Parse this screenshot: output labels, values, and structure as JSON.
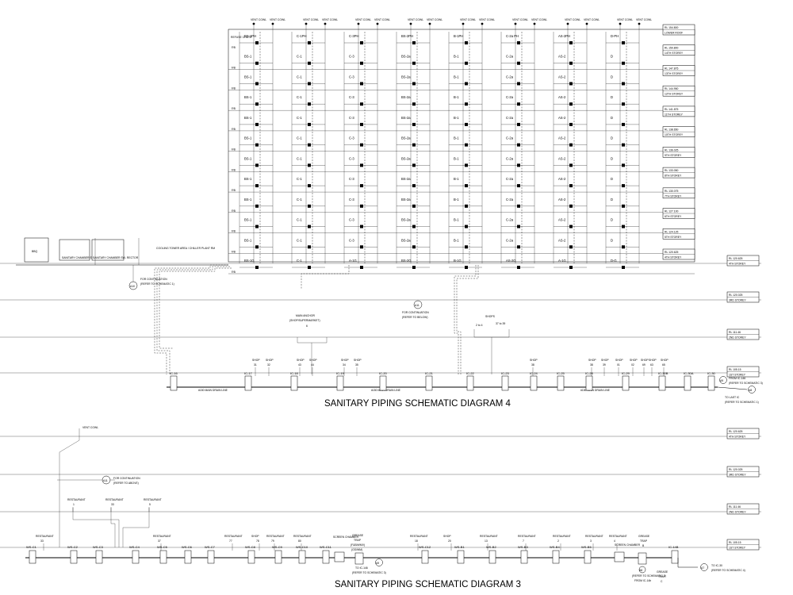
{
  "diagram4": {
    "title": "SANITARY PIPING SCHEMATIC DIAGRAM 4",
    "levels": [
      {
        "rl": "RL 154.800",
        "name": "LOWER ROOF"
      },
      {
        "rl": "RL 150.800",
        "name": "14TH STOREY"
      },
      {
        "rl": "RL 147.875",
        "name": "13TH STOREY"
      },
      {
        "rl": "RL 144.950",
        "name": "12TH STOREY"
      },
      {
        "rl": "RL 141.875",
        "name": "11TH STOREY"
      },
      {
        "rl": "RL 138.650",
        "name": "10TH STOREY"
      },
      {
        "rl": "RL 136.025",
        "name": "9TH STOREY"
      },
      {
        "rl": "RL 133.050",
        "name": "8TH STOREY"
      },
      {
        "rl": "RL 130.075",
        "name": "7TH STOREY"
      },
      {
        "rl": "RL 127.100",
        "name": "6TH STOREY"
      },
      {
        "rl": "RL 124.125",
        "name": "5TH STOREY"
      },
      {
        "rl": "RL 120.625",
        "name": "4TH STOREY"
      },
      {
        "rl": "RL 120.025",
        "name": "3RD STOREY"
      },
      {
        "rl": "RL 111.46",
        "name": "2ND STOREY"
      },
      {
        "rl": "RL 105.15",
        "name": "1ST STOREY"
      }
    ],
    "stack_columns": [
      {
        "top": "BS-1PH",
        "mid": "BS-1",
        "bot": "BS-1G"
      },
      {
        "top": "C-1PH",
        "mid": "C-1",
        "bot": "C-1"
      },
      {
        "top": "C-3PH",
        "mid": "C-3",
        "bot": "A-1G"
      },
      {
        "top": "BS-2PH",
        "mid": "BS-2a",
        "bot": "BS-2G"
      },
      {
        "top": "B-1PH",
        "mid": "B-1",
        "bot": "B-1G"
      },
      {
        "top": "C-2a PH",
        "mid": "C-2a",
        "bot": "AS-2G"
      },
      {
        "top": "AS-2PH",
        "mid": "AS-2",
        "bot": "A-1G"
      },
      {
        "top": "D-PH",
        "mid": "D",
        "bot": "D-G"
      }
    ],
    "vent_label": "VENT COWL",
    "refuse_chute": "REFUSE CHUTE",
    "bbq": "BBQ",
    "tank1": "SANITARY CHAMBER SW- RECTOR",
    "tank2": "SANITARY CHAMBER SW- RECTOR",
    "cooling_tower": "COOLING TOWER AREA / CHILLER PLANT RM",
    "continuation_a10": {
      "tag": "A10",
      "text": "FOR CONTINUATION",
      "ref": "(REFER TO SCHEMATIC 1)"
    },
    "continuation_a11": {
      "tag": "A11",
      "text": "FOR CONTINUATION",
      "ref": "(REFER TO BELOW)"
    },
    "main_anchor": {
      "line1": "MAIN ANCHOR",
      "line2": "(SHOP/SUPERMARKET)",
      "num": "6"
    },
    "shops_a": {
      "label": "SHOPS",
      "range": "37 to 39"
    },
    "shops_b": {
      "label": "2 to 4"
    },
    "shops": [
      {
        "l": "SHOP",
        "n": "31"
      },
      {
        "l": "SHOP",
        "n": "32"
      },
      {
        "l": "SHOP",
        "n": "43"
      },
      {
        "l": "SHOP",
        "n": "44"
      },
      {
        "l": "SHOP",
        "n": "34"
      },
      {
        "l": "SHOP",
        "n": "35"
      },
      {
        "l": "SHOP",
        "n": "38"
      },
      {
        "l": "SHOP",
        "n": "38"
      },
      {
        "l": "SHOP",
        "n": "39"
      },
      {
        "l": "SHOP",
        "n": "01"
      },
      {
        "l": "SHOP",
        "n": "02"
      },
      {
        "l": "SHOP",
        "n": "69"
      },
      {
        "l": "SHOP",
        "n": "63"
      },
      {
        "l": "SHOP",
        "n": "65"
      }
    ],
    "ics": [
      "IC-16",
      "IC-17",
      "IC-18",
      "IC-19",
      "IC-20",
      "IC-21",
      "IC-22",
      "IC-23",
      "IC-24",
      "IC-25",
      "IC-28",
      "IC-29",
      "IC-30B",
      "IC-30A",
      "IC-30"
    ],
    "drain_label": "#150 MAIN DRAIN LINE",
    "from_ic": {
      "tag": "A9",
      "text": "FROM IC-146",
      "ref": "(REFER TO SCHEMATIC 3)"
    },
    "to_last": {
      "tag": "A8",
      "text": "TO LAST IC",
      "ref": "(REFER TO SCHEMATIC 1)"
    }
  },
  "diagram3": {
    "title": "SANITARY PIPING SCHEMATIC DIAGRAM 3",
    "levels": [
      {
        "rl": "RL 120.625",
        "name": "4TH STOREY"
      },
      {
        "rl": "RL 120.025",
        "name": "3RD STOREY"
      },
      {
        "rl": "RL 111.46",
        "name": "2ND STOREY"
      },
      {
        "rl": "RL 105.15",
        "name": "1ST STOREY"
      }
    ],
    "vent_label": "VENT COWL",
    "continuation_a11": {
      "tag": "A11",
      "text": "FOR CONTINUATION",
      "ref": "(REFER TO ABOVE)"
    },
    "upper_restaurants": [
      {
        "l": "RESTAURANT",
        "n": "1"
      },
      {
        "l": "RESTAURANT",
        "n": "33"
      },
      {
        "l": "RESTAURANT",
        "n": "5"
      }
    ],
    "restaurants": [
      {
        "l": "RESTAURANT",
        "n": "33"
      },
      {
        "l": "RESTAURANT",
        "n": "37"
      },
      {
        "l": "RESTAURANT",
        "n": "77"
      },
      {
        "l": "SHOP",
        "n": "78"
      },
      {
        "l": "RESTAURANT",
        "n": "79"
      },
      {
        "l": "RESTAURANT",
        "n": "80"
      },
      {
        "l": "RESTAURANT",
        "n": "18"
      },
      {
        "l": "SHOP",
        "n": "20"
      },
      {
        "l": "RESTAURANT",
        "n": "13"
      },
      {
        "l": "RESTAURANT",
        "n": "7"
      },
      {
        "l": "RESTAURANT",
        "n": "2"
      },
      {
        "l": "RESTAURANT",
        "n": "3"
      },
      {
        "l": "RESTAURANT",
        "n": "4"
      }
    ],
    "ics": [
      "WS-C1",
      "WS-C2",
      "WS-C3",
      "WS-C4",
      "WS-C5",
      "WS-C6",
      "WS-C7",
      "WS-C8",
      "WS-C9",
      "WS-C10",
      "WS-C11",
      "WS-C12",
      "WS-B1",
      "WS-B2",
      "WS-B3",
      "WS-B4",
      "WS-B5",
      "IC-14B"
    ],
    "screen_chamber": "SCREEN CHAMBER",
    "grease_trap": {
      "line1": "GREASE",
      "line2": "TRAP",
      "line3": "(F&B/WMV)",
      "line4": "(GS/WM)"
    },
    "grease_trap2": {
      "line1": "GREASE",
      "line2": "TRAP",
      "line3": "B"
    },
    "to_ic_146": {
      "tag": "A9",
      "text": "TO IC-146",
      "ref": "(REFER TO SCHEMATIC 3)"
    },
    "from_ic_146": {
      "tag": "A8",
      "text": "(REFER TO SCHEMATIC 2)",
      "ref": "FROM IC-14b"
    },
    "to_ic_30": {
      "tag": "A7",
      "text": "TO IC-30",
      "ref": "(REFER TO SCHEMATIC 4)"
    },
    "grease_trap3": {
      "line1": "GREASE",
      "line2": "TRAP",
      "line3": "C"
    }
  }
}
